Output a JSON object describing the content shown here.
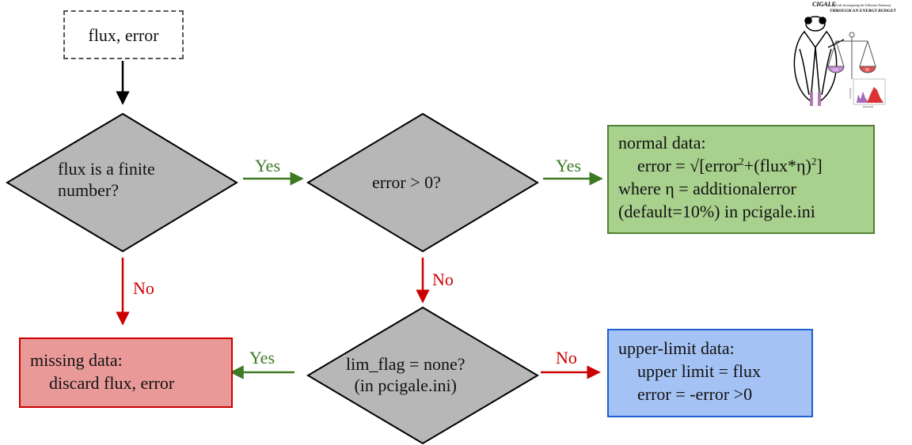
{
  "start": {
    "label": "flux, error"
  },
  "decision_finite": {
    "line1": "flux is a finite",
    "line2": "number?"
  },
  "decision_error": {
    "label": "error > 0?"
  },
  "decision_limflag": {
    "line1": "lim_flag = none?",
    "line2": "(in pcigale.ini)"
  },
  "edges": {
    "finite_yes": "Yes",
    "finite_no": "No",
    "error_yes": "Yes",
    "error_no": "No",
    "limflag_yes": "Yes",
    "limflag_no": "No"
  },
  "normal": {
    "title": "normal data:",
    "formula_prefix": "error = √[error",
    "formula_sup1": "2",
    "formula_mid": "+(flux*η)",
    "formula_sup2": "2",
    "formula_suffix": "]",
    "line3": "where η = additionalerror",
    "line4": "(default=10%) in pcigale.ini"
  },
  "missing": {
    "title": "missing data:",
    "line2": "discard flux, error"
  },
  "upper": {
    "title": "upper-limit data:",
    "line2": "upper limit = flux",
    "line3": "error = -error >0"
  },
  "logo": {
    "title": "CIGALE",
    "subtitle": "(Code Investigating the GALaxies Emission)",
    "tagline": "THROUGH AN ENERGY BUDGET",
    "pan_left": "UV",
    "pan_right": "IR",
    "axis_y": "Flux Density",
    "axis_x": "Wavelength"
  },
  "colors": {
    "decision_fill": "#b7b7b7",
    "yes_arrow": "#3d7a23",
    "no_arrow": "#cc0000",
    "normal_fill": "#a9d18e",
    "missing_fill": "#ea9999",
    "upper_fill": "#a4c2f4"
  }
}
